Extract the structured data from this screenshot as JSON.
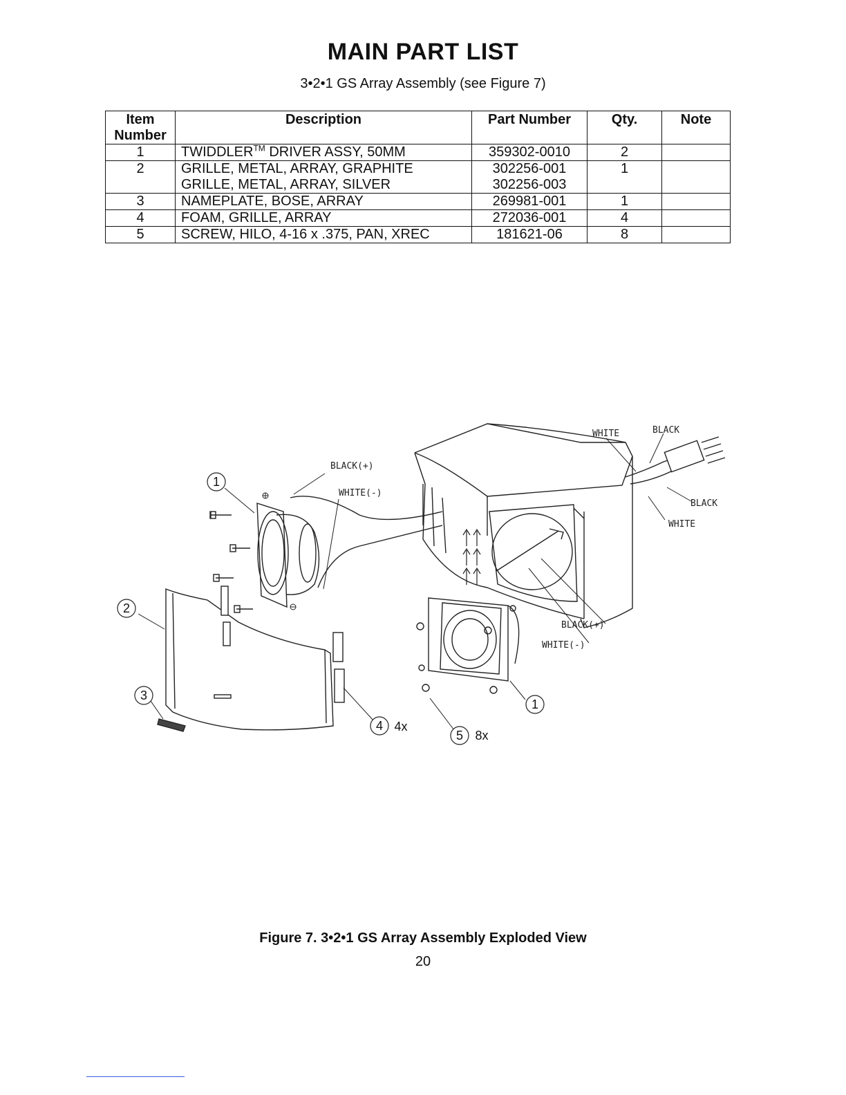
{
  "page": {
    "title": "MAIN PART LIST",
    "subtitle": "3•2•1 GS Array Assembly (see Figure 7)",
    "caption": "Figure 7. 3•2•1 GS Array Assembly Exploded View",
    "page_number": "20"
  },
  "table": {
    "headers": {
      "item_line1": "Item",
      "item_line2": "Number",
      "description": "Description",
      "part_number": "Part Number",
      "qty": "Qty.",
      "note": "Note"
    },
    "rows": [
      {
        "item": "1",
        "desc": "TWIDDLER",
        "desc_sup": "TM",
        "desc_rest": " DRIVER ASSY, 50MM",
        "part": "359302-0010",
        "qty": "2",
        "note": ""
      },
      {
        "item": "2",
        "desc": "GRILLE, METAL, ARRAY, GRAPHITE",
        "desc2": "GRILLE, METAL, ARRAY, SILVER",
        "part": "302256-001",
        "part2": "302256-003",
        "qty": "1",
        "note": ""
      },
      {
        "item": "3",
        "desc": "NAMEPLATE, BOSE, ARRAY",
        "part": "269981-001",
        "qty": "1",
        "note": ""
      },
      {
        "item": "4",
        "desc": "FOAM, GRILLE, ARRAY",
        "part": "272036-001",
        "qty": "4",
        "note": ""
      },
      {
        "item": "5",
        "desc": "SCREW, HILO, 4-16 x .375, PAN, XREC",
        "part": "181621-06",
        "qty": "8",
        "note": ""
      }
    ]
  },
  "figure": {
    "wire_labels": {
      "black_plus_1": "BLACK(+)",
      "white_minus_1": "WHITE(-)",
      "white_top": "WHITE",
      "black_top": "BLACK",
      "black_right": "BLACK",
      "white_right": "WHITE",
      "black_plus_2": "BLACK(+)",
      "white_minus_2": "WHITE(-)"
    },
    "callouts": {
      "c1a": "1",
      "c2": "2",
      "c3": "3",
      "c4": "4",
      "c4_qty": "4x",
      "c5": "5",
      "c5_qty": "8x",
      "c1b": "1"
    }
  }
}
